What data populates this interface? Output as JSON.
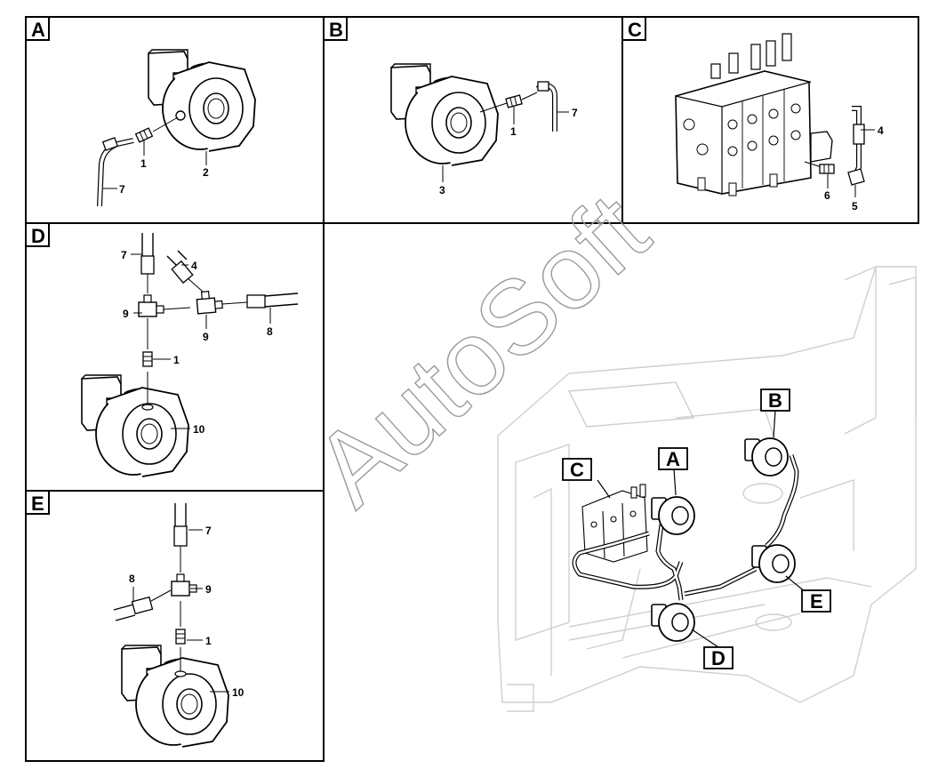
{
  "watermark": "AutoSoft",
  "panels": [
    {
      "id": "A",
      "callouts": [
        "1",
        "2",
        "7"
      ]
    },
    {
      "id": "B",
      "callouts": [
        "1",
        "3",
        "7"
      ]
    },
    {
      "id": "C",
      "callouts": [
        "4",
        "5",
        "6"
      ]
    },
    {
      "id": "D",
      "callouts": [
        "7",
        "4",
        "9",
        "9",
        "8",
        "1",
        "10"
      ]
    },
    {
      "id": "E",
      "callouts": [
        "7",
        "8",
        "9",
        "1",
        "10"
      ]
    }
  ],
  "overview_labels": [
    "B",
    "C",
    "A",
    "E",
    "D"
  ]
}
